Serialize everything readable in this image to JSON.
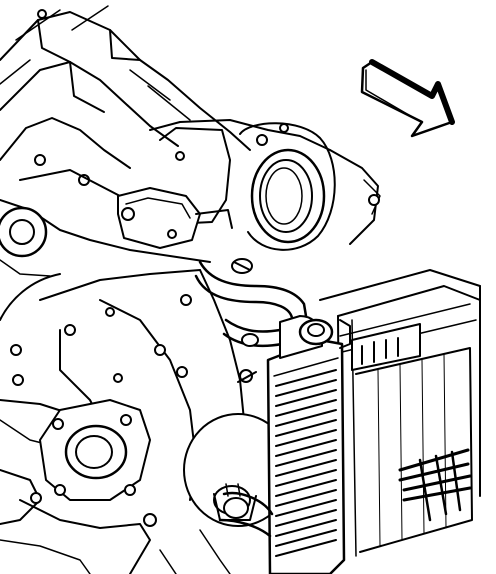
{
  "figure": {
    "ink_color": "#000000",
    "paper_color": "#ffffff",
    "parts": [
      "intake-manifold",
      "throttle-body",
      "coolant-hose",
      "water-pump",
      "timing-cover",
      "radiator",
      "cooling-fan-shroud",
      "direction-arrow"
    ]
  }
}
